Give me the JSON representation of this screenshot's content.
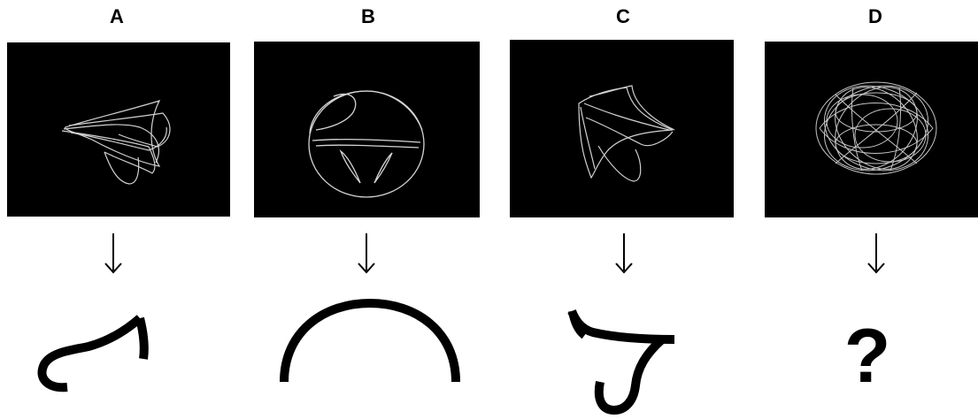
{
  "panels": [
    {
      "label": "A",
      "icon": "tracing-a-icon",
      "glyph": "glyph-hook-icon"
    },
    {
      "label": "B",
      "icon": "tracing-b-icon",
      "glyph": "glyph-arc-icon"
    },
    {
      "label": "C",
      "icon": "tracing-c-icon",
      "glyph": "glyph-loop-icon"
    },
    {
      "label": "D",
      "icon": "tracing-d-icon",
      "glyph": "unknown"
    }
  ],
  "unknown_symbol": "?",
  "colors": {
    "screen": "#000000",
    "trace": "#e8e8e8",
    "ink": "#000000"
  }
}
